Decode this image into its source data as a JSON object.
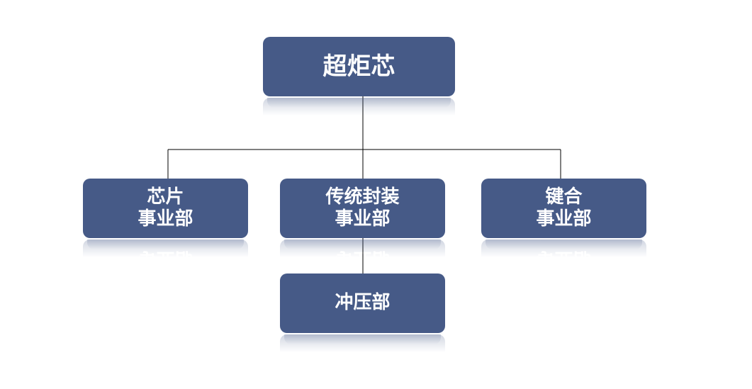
{
  "diagram": {
    "root": {
      "label": "超炬芯"
    },
    "departments": [
      {
        "line1": "芯片",
        "line2": "事业部"
      },
      {
        "line1": "传统封装",
        "line2": "事业部"
      },
      {
        "line1": "键合",
        "line2": "事业部"
      }
    ],
    "sub_unit": {
      "label": "冲压部"
    },
    "colors": {
      "node_fill": "#465a87",
      "node_text": "#ffffff",
      "connector": "#000000"
    }
  }
}
